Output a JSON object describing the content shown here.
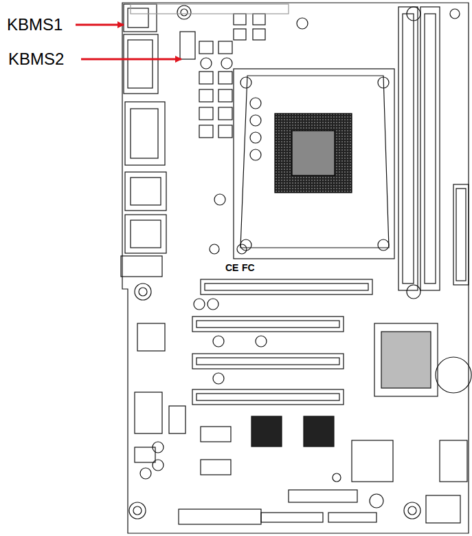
{
  "diagram": {
    "labels": [
      "KBMS1",
      "KBMS2",
      "CE",
      "FC"
    ]
  }
}
